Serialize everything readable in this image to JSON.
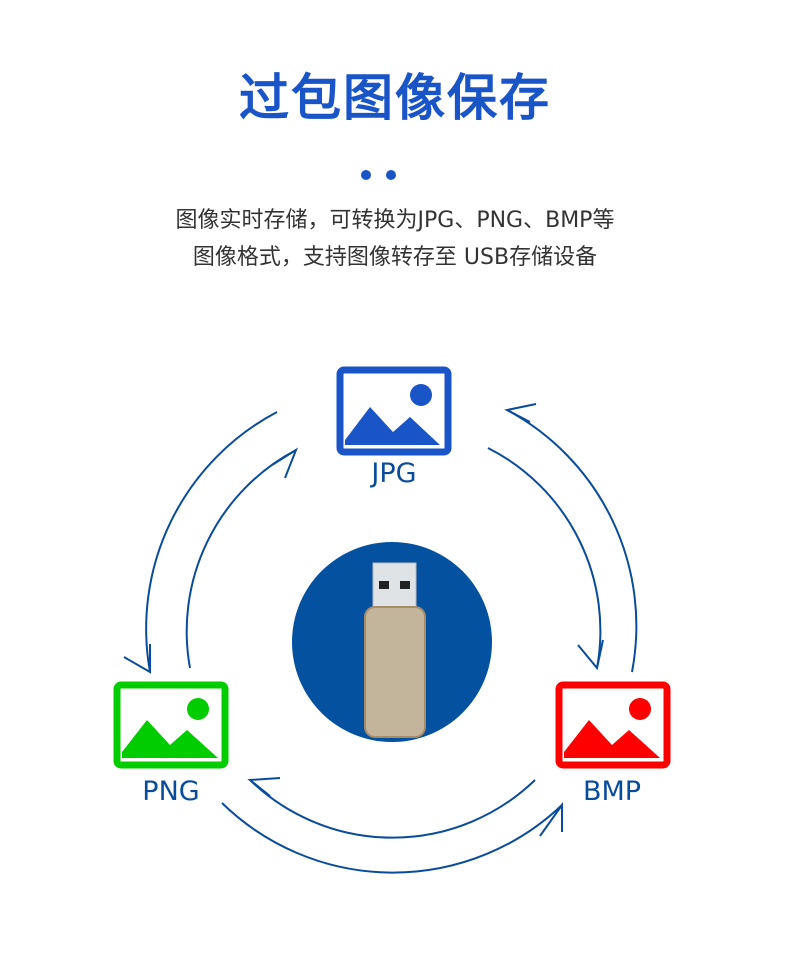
{
  "title": "过包图像保存",
  "description": [
    "图像实时存储，可转换为JPG、PNG、BMP等",
    "图像格式，支持图像转存至 USB存储设备"
  ],
  "formats": [
    {
      "label": "JPG",
      "color": "#1a55c8"
    },
    {
      "label": "PNG",
      "color": "#00cc00"
    },
    {
      "label": "BMP",
      "color": "#ff0000"
    }
  ],
  "center_icon": "usb-drive-icon",
  "colors": {
    "accent": "#1a55c8",
    "arrow": "#0a4c9c",
    "circle": "#0451a0"
  }
}
